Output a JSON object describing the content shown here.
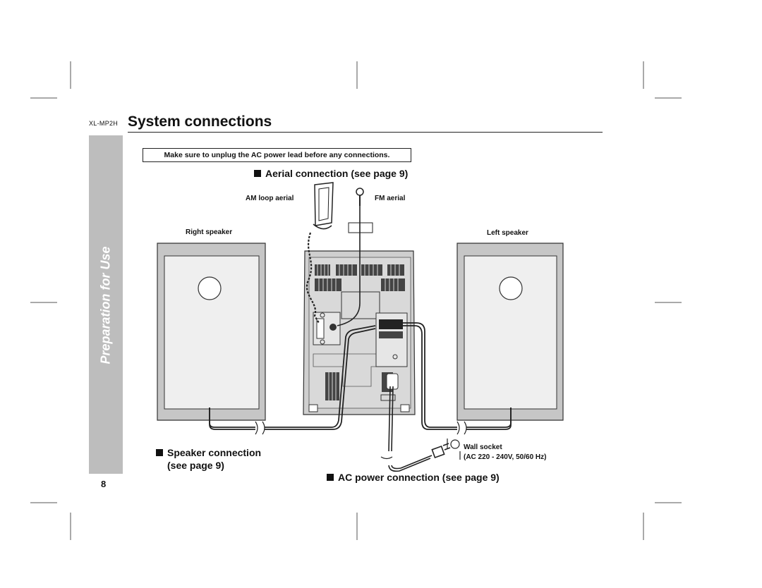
{
  "header": {
    "model": "XL-MP2H",
    "title": "System connections"
  },
  "sidebar": {
    "label": "Preparation for Use"
  },
  "page_number": "8",
  "warning": "Make sure to unplug the AC power lead before any connections.",
  "aerial": {
    "heading": "Aerial connection (see page 9)",
    "am_label": "AM loop aerial",
    "fm_label": "FM aerial"
  },
  "speakers": {
    "right_label": "Right speaker",
    "left_label": "Left speaker",
    "heading_line1": "Speaker connection",
    "heading_line2": "(see page 9)"
  },
  "power": {
    "heading": "AC power connection (see page 9)",
    "wall_socket": "Wall socket",
    "spec": "(AC 220 - 240V, 50/60 Hz)"
  }
}
